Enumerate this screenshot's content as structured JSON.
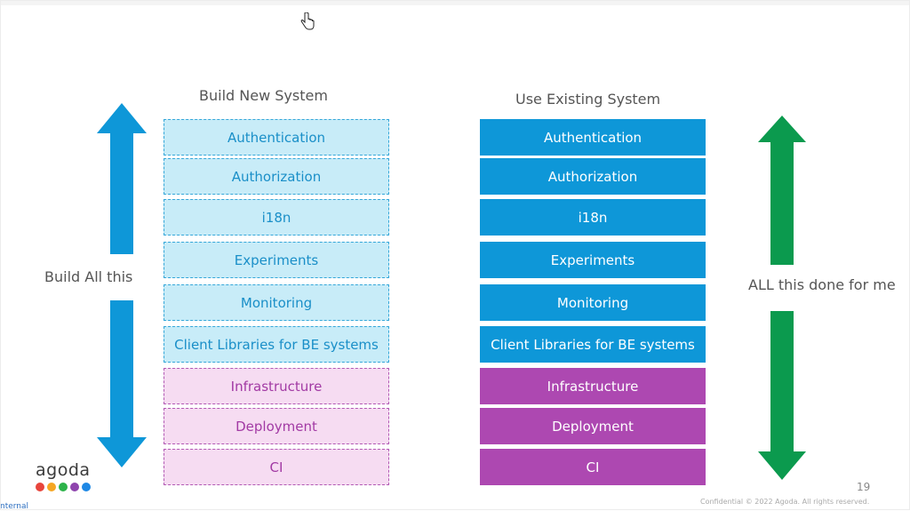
{
  "left_column": {
    "heading": "Build New System",
    "side_label": "Build All this",
    "items": [
      {
        "label": "Authentication",
        "tone": "blue"
      },
      {
        "label": "Authorization",
        "tone": "blue"
      },
      {
        "label": "i18n",
        "tone": "blue"
      },
      {
        "label": "Experiments",
        "tone": "blue"
      },
      {
        "label": "Monitoring",
        "tone": "blue"
      },
      {
        "label": "Client Libraries for BE systems",
        "tone": "blue"
      },
      {
        "label": "Infrastructure",
        "tone": "purple"
      },
      {
        "label": "Deployment",
        "tone": "purple"
      },
      {
        "label": "CI",
        "tone": "purple"
      }
    ]
  },
  "right_column": {
    "heading": "Use Existing System",
    "side_label": "ALL this done for me",
    "items": [
      {
        "label": "Authentication",
        "tone": "blue"
      },
      {
        "label": "Authorization",
        "tone": "blue"
      },
      {
        "label": "i18n",
        "tone": "blue"
      },
      {
        "label": "Experiments",
        "tone": "blue"
      },
      {
        "label": "Monitoring",
        "tone": "blue"
      },
      {
        "label": "Client Libraries for BE systems",
        "tone": "blue"
      },
      {
        "label": "Infrastructure",
        "tone": "purple"
      },
      {
        "label": "Deployment",
        "tone": "purple"
      },
      {
        "label": "CI",
        "tone": "purple"
      }
    ]
  },
  "colors": {
    "left_arrow": "#0e97d8",
    "right_arrow": "#0b9a4e"
  },
  "logo": {
    "text": "agoda",
    "dot_colors": [
      "#e8453c",
      "#f5a623",
      "#2db34a",
      "#8e44ad",
      "#1e88e5"
    ]
  },
  "footer": {
    "page_number": "19",
    "confidential": "Confidential © 2022 Agoda. All rights reserved.",
    "internal": "nternal"
  }
}
